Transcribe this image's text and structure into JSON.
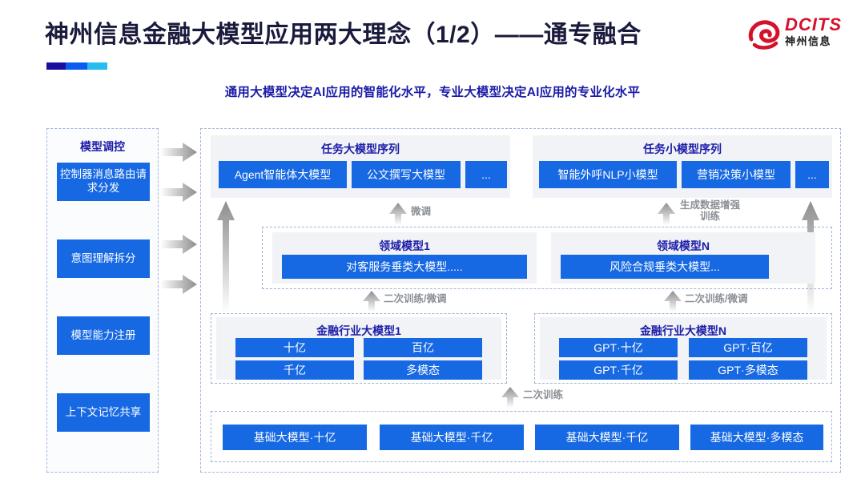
{
  "header": {
    "title": "神州信息金融大模型应用两大理念（1/2）——通专融合",
    "subtitle": "通用大模型决定AI应用的智能化水平，专业大模型决定AI应用的专业化水平",
    "logo": {
      "brand": "DCITS",
      "brand_cn": "神州信息"
    },
    "accent_colors": [
      "#1a0f9e",
      "#0b5bf0",
      "#25bdef"
    ]
  },
  "colors": {
    "blue_box": "#1668e3",
    "title_navy": "#1a1a3c",
    "heading_blue": "#1c1ca8",
    "panel_grey": "#f1f3f6",
    "dashed_border": "#9fb4d6",
    "arrow_grey": "#9b9b9b",
    "logo_red": "#d4122b"
  },
  "control_panel": {
    "title": "模型调控",
    "items": [
      {
        "label": "控制器消息路由请求分发"
      },
      {
        "label": "意图理解拆分"
      },
      {
        "label": "模型能力注册"
      },
      {
        "label": "上下文记忆共享"
      }
    ]
  },
  "task_rows": [
    {
      "title": "任务大模型序列",
      "boxes": [
        "Agent智能体大模型",
        "公文撰写大模型",
        "..."
      ]
    },
    {
      "title": "任务小模型序列",
      "boxes": [
        "智能外呼NLP小模型",
        "营销决策小模型",
        "..."
      ]
    }
  ],
  "domain_rows": [
    {
      "title": "领域模型1",
      "boxes": [
        "对客服务垂类大模型....."
      ]
    },
    {
      "title": "领域模型N",
      "boxes": [
        "风险合规垂类大模型..."
      ]
    }
  ],
  "industry_rows": [
    {
      "title": "金融行业大模型1",
      "boxes": [
        "十亿",
        "百亿",
        "千亿",
        "多模态"
      ]
    },
    {
      "title": "金融行业大模型N",
      "boxes": [
        "GPT·十亿",
        "GPT·百亿",
        "GPT·千亿",
        "GPT·多模态"
      ]
    }
  ],
  "foundation_row": {
    "boxes": [
      "基础大模型·十亿",
      "基础大模型·千亿",
      "基础大模型·千亿",
      "基础大模型·多模态"
    ]
  },
  "arrow_labels": {
    "finetune": "微调",
    "data_augment": "生成数据增强\n训练",
    "retrain_finetune_left": "二次训练/微调",
    "retrain_finetune_right": "二次训练/微调",
    "retrain": "二次训练"
  }
}
